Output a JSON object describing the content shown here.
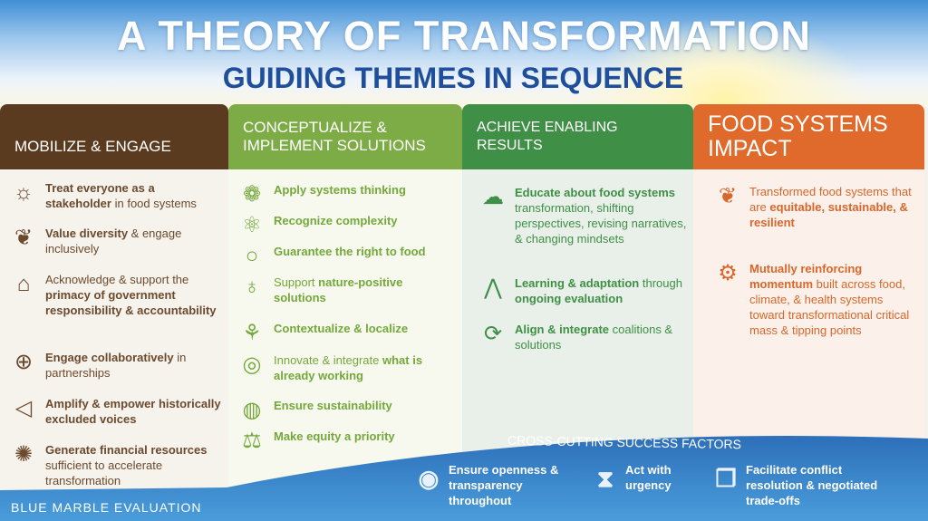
{
  "header": {
    "title": "A THEORY OF TRANSFORMATION",
    "subtitle": "GUIDING THEMES IN SEQUENCE"
  },
  "columns": [
    {
      "title": "MOBILIZE & ENGAGE",
      "color": "#5b3b1f",
      "items": [
        {
          "icon": "sun-icon",
          "text": [
            {
              "t": "Treat everyone as a stakeholder",
              "b": true
            },
            {
              "t": " in food systems",
              "b": false
            }
          ]
        },
        {
          "icon": "butterfly-icon",
          "text": [
            {
              "t": "Value diversity",
              "b": true
            },
            {
              "t": " & engage inclusively",
              "b": false
            }
          ]
        },
        {
          "icon": "government-building-icon",
          "text": [
            {
              "t": "Acknowledge & support the ",
              "b": false
            },
            {
              "t": "primacy of government responsibility & accountability",
              "b": true
            }
          ]
        },
        {
          "icon": "globe-icon",
          "text": [
            {
              "t": "Engage collaboratively",
              "b": true
            },
            {
              "t": " in partnerships",
              "b": false
            }
          ]
        },
        {
          "icon": "megaphone-icon",
          "text": [
            {
              "t": "Amplify & empower historically excluded voices",
              "b": true
            }
          ]
        },
        {
          "icon": "money-icon",
          "text": [
            {
              "t": "Generate financial resources",
              "b": true
            },
            {
              "t": " sufficient to accelerate transformation",
              "b": false
            }
          ]
        }
      ]
    },
    {
      "title": "CONCEPTUALIZE & IMPLEMENT SOLUTIONS",
      "color": "#7dac46",
      "items": [
        {
          "icon": "leaf-cycle-icon",
          "text": [
            {
              "t": "Apply systems thinking",
              "b": true
            }
          ]
        },
        {
          "icon": "atom-icon",
          "text": [
            {
              "t": "Recognize complexity",
              "b": true
            }
          ]
        },
        {
          "icon": "apple-icon",
          "text": [
            {
              "t": "Guarantee the right to food",
              "b": true
            }
          ]
        },
        {
          "icon": "lightbulb-leaf-icon",
          "text": [
            {
              "t": "Support ",
              "b": false
            },
            {
              "t": "nature-positive solutions",
              "b": true
            }
          ]
        },
        {
          "icon": "carrot-icon",
          "text": [
            {
              "t": "Contextualize & localize",
              "b": true
            }
          ]
        },
        {
          "icon": "target-icon",
          "text": [
            {
              "t": "Innovate & integrate ",
              "b": false
            },
            {
              "t": "what is already working",
              "b": true
            }
          ]
        },
        {
          "icon": "earth-icon",
          "text": [
            {
              "t": "Ensure sustainability",
              "b": true
            }
          ]
        },
        {
          "icon": "scales-icon",
          "text": [
            {
              "t": "Make equity a priority",
              "b": true
            }
          ]
        }
      ]
    },
    {
      "title": "ACHIEVE ENABLING RESULTS",
      "color": "#3f8f46",
      "items": [
        {
          "icon": "head-tree-icon",
          "text": [
            {
              "t": "Educate about food systems",
              "b": true
            },
            {
              "t": " transformation, shifting perspectives, revising narratives, & changing mindsets",
              "b": false
            }
          ]
        },
        {
          "icon": "chart-icon",
          "text": [
            {
              "t": "Learning & adaptation",
              "b": true
            },
            {
              "t": " through ",
              "b": false
            },
            {
              "t": "ongoing evaluation",
              "b": true
            }
          ]
        },
        {
          "icon": "cycle-arrows-icon",
          "text": [
            {
              "t": "Align & integrate",
              "b": true
            },
            {
              "t": " coalitions & solutions",
              "b": false
            }
          ]
        }
      ]
    },
    {
      "title": "FOOD SYSTEMS IMPACT",
      "color": "#e06a2b",
      "items": [
        {
          "icon": "sprout-icon",
          "text": [
            {
              "t": "Transformed food systems that are ",
              "b": false
            },
            {
              "t": "equitable, sustainable, & resilient",
              "b": true
            }
          ]
        },
        {
          "icon": "gear-leaf-icon",
          "text": [
            {
              "t": "Mutually reinforcing momentum",
              "b": true
            },
            {
              "t": " built across food, climate, & health systems toward transformational critical mass & tipping points",
              "b": false
            }
          ]
        }
      ]
    }
  ],
  "cross_cutting": {
    "title": "CROSS-CUTTING SUCCESS FACTORS",
    "items": [
      {
        "icon": "eye-icon",
        "text": "Ensure openness & transparency throughout"
      },
      {
        "icon": "hourglass-icon",
        "text": "Act with urgency"
      },
      {
        "icon": "speech-bubbles-icon",
        "text": "Facilitate conflict resolution & negotiated trade-offs"
      }
    ]
  },
  "footer": {
    "logo": "BLUE MARBLE EVALUATION"
  }
}
